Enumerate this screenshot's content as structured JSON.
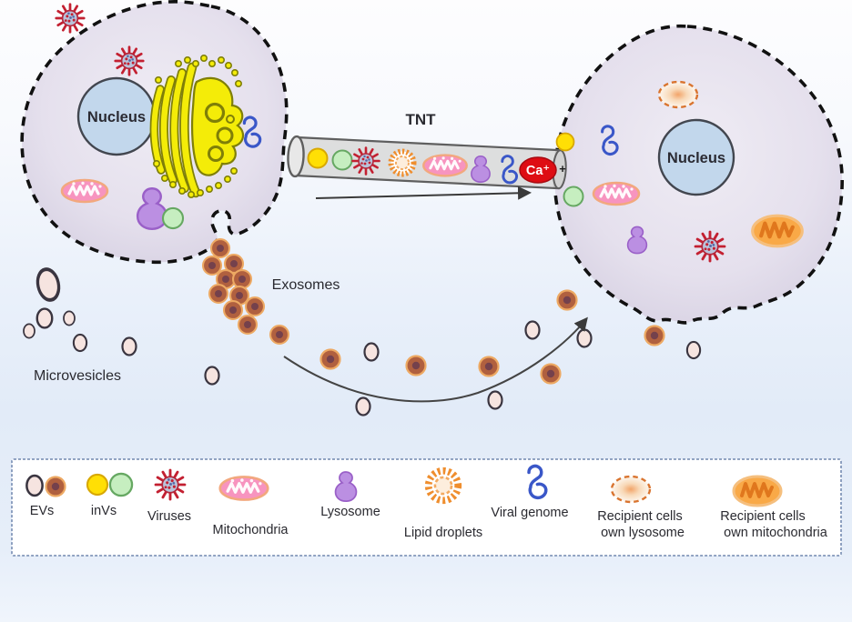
{
  "figure": {
    "type": "cell-biology-diagram",
    "description": "Intercellular transfer of organelles, vesicles and viral components from a donor cell to a recipient cell via tunneling nanotube (TNT), exosomes and microvesicles"
  },
  "labels": {
    "tnt": "TNT",
    "exosomes": "Exosomes",
    "microvesicles": "Microvesicles",
    "donor_nucleus": "Nucleus",
    "recipient_nucleus": "Nucleus",
    "calcium": "Ca⁺",
    "calcium_plus": "+"
  },
  "legend": {
    "items": [
      {
        "id": "evs",
        "label": "EVs"
      },
      {
        "id": "invs",
        "label": "inVs"
      },
      {
        "id": "viruses",
        "label": "Viruses"
      },
      {
        "id": "mitochondria",
        "label": "Mitochondria"
      },
      {
        "id": "lysosome",
        "label": "Lysosome"
      },
      {
        "id": "lipid-droplets",
        "label": "Lipid droplets"
      },
      {
        "id": "viral-genome",
        "label": "Viral genome"
      },
      {
        "id": "recipient-lysosome",
        "label_line1": "Recipient cells",
        "label_line2": "own lysosome"
      },
      {
        "id": "recipient-mitochondria",
        "label_line1": "Recipient cells",
        "label_line2": "own mitochondria"
      }
    ]
  },
  "colors": {
    "cell_fill": "#e4dfec",
    "membrane": "#111111",
    "nucleus_fill": "#c2d7ec",
    "golgi_yellow": "#f4ec08",
    "virus_red": "#c32031",
    "mitochondria_pink": "#f794bf",
    "mitochondria_orange": "#f9a947",
    "lysosome_purple": "#bb8fe2",
    "vesicle_yellow": "#ffdf05",
    "vesicle_green": "#c6eec0",
    "viral_genome_blue": "#3a57c8",
    "lipid_droplet_orange": "#ef8e2e",
    "calcium_red": "#de0d13",
    "exosome_brown": "#b0603f",
    "microvesicle_pink": "#f6e4e0",
    "legend_border": "#8397ba"
  }
}
